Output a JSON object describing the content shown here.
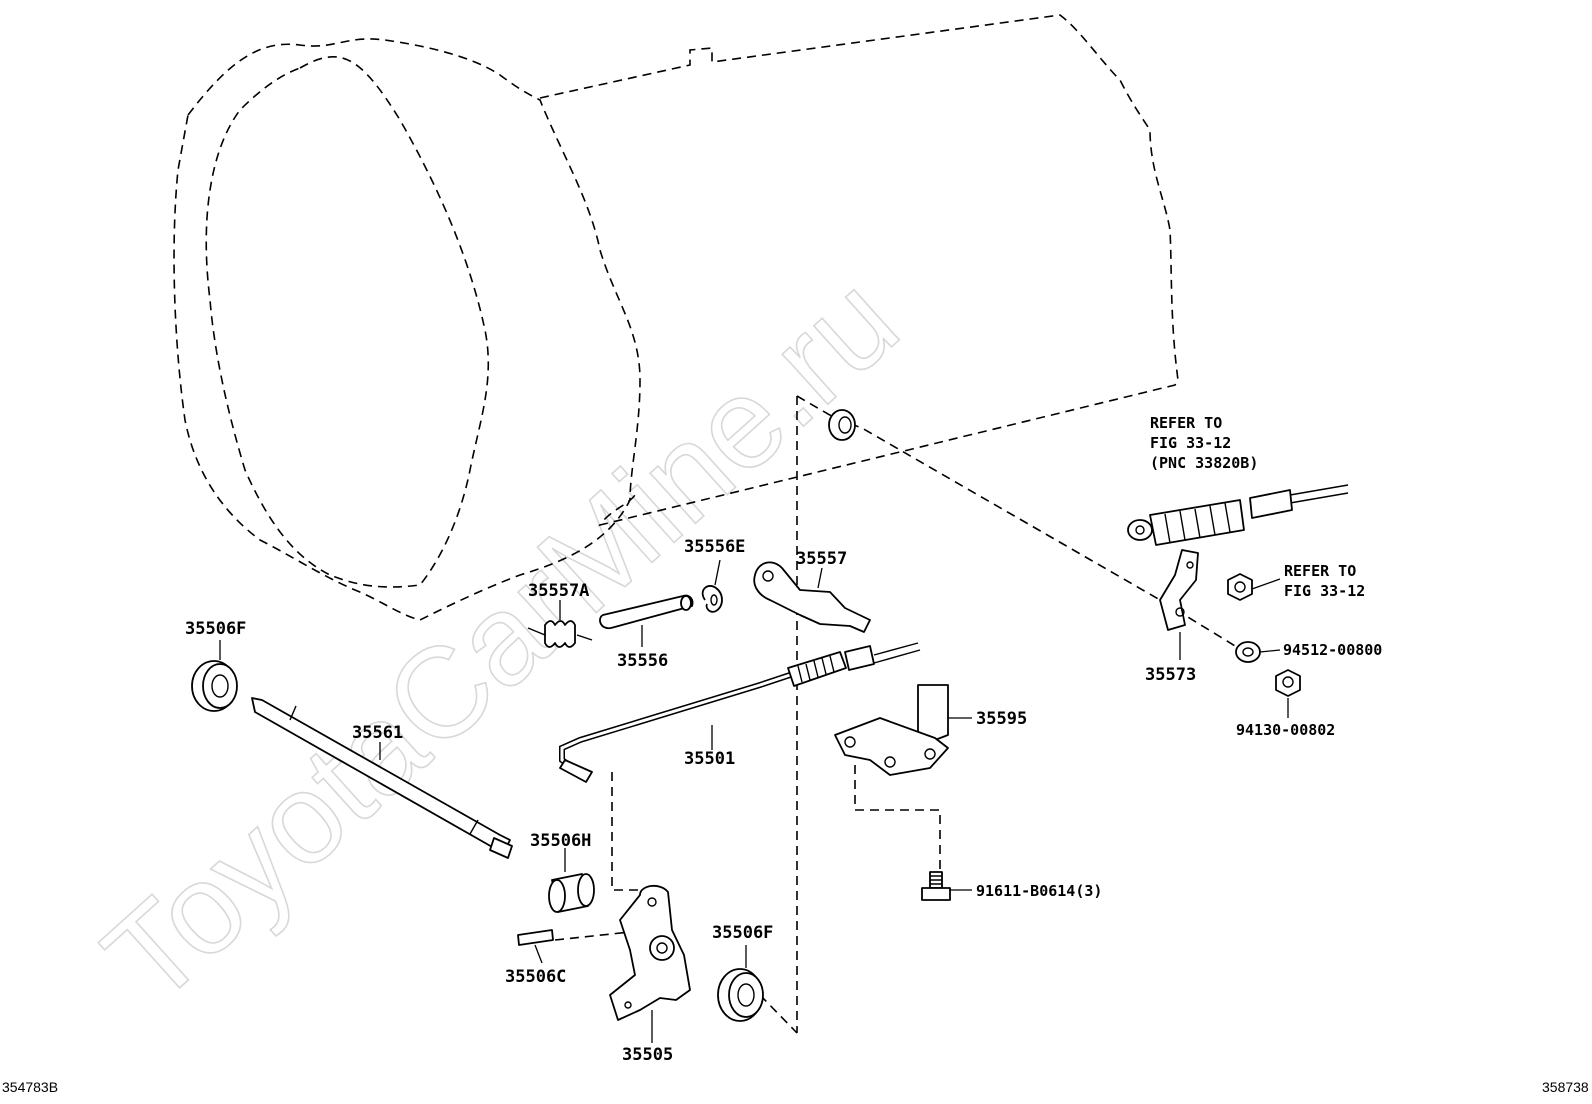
{
  "watermark": "ToyotaCarMine.ru",
  "corner_left": "354783B",
  "corner_right": "358738",
  "callouts": {
    "p35506F_upper": "35506F",
    "p35561": "35561",
    "p35557A": "35557A",
    "p35556": "35556",
    "p35556E": "35556E",
    "p35557": "35557",
    "p35501": "35501",
    "p35506H": "35506H",
    "p35506C": "35506C",
    "p35505": "35505",
    "p35506F_lower": "35506F",
    "p35595": "35595",
    "p91611": "91611-B0614(3)",
    "p35573": "35573",
    "p94512": "94512-00800",
    "p94130": "94130-00802"
  },
  "refer_cable": [
    "REFER TO",
    "FIG 33-12",
    "(PNC 33820B)"
  ],
  "refer_nut": [
    "REFER TO",
    "FIG 33-12"
  ]
}
